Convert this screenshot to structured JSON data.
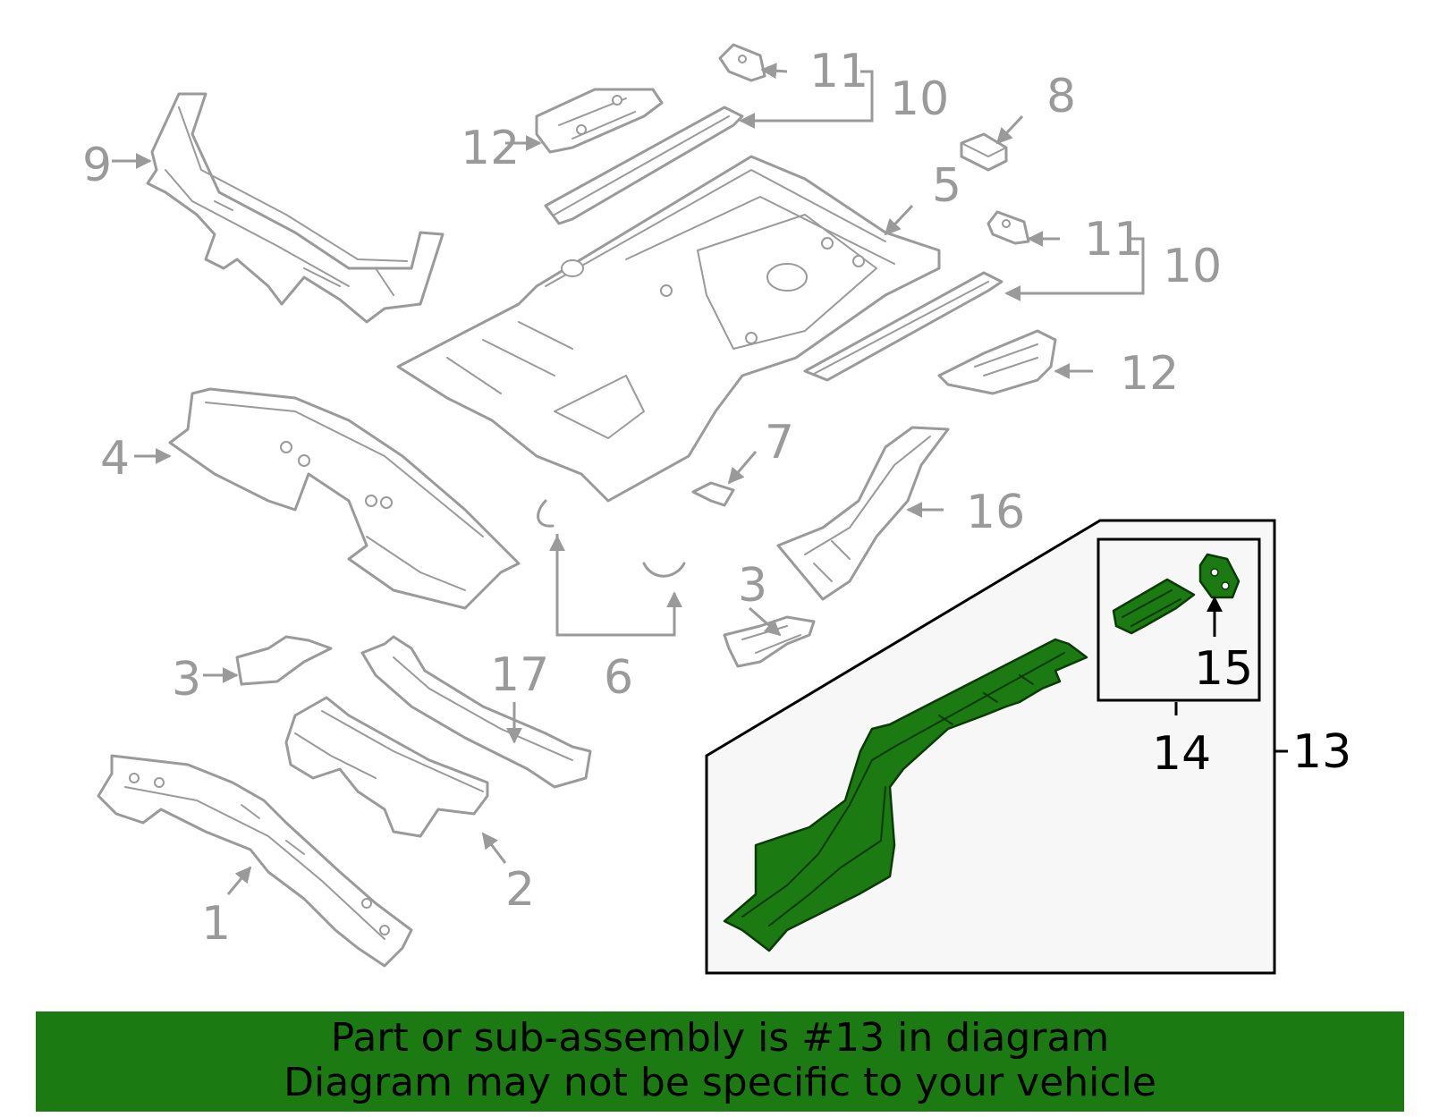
{
  "callouts": {
    "c1": "1",
    "c2": "2",
    "c3a": "3",
    "c3b": "3",
    "c4": "4",
    "c5": "5",
    "c6": "6",
    "c7": "7",
    "c8": "8",
    "c9": "9",
    "c10a": "10",
    "c10b": "10",
    "c11a": "11",
    "c11b": "11",
    "c12a": "12",
    "c12b": "12",
    "c13": "13",
    "c14": "14",
    "c15": "15",
    "c16": "16",
    "c17": "17"
  },
  "banner": {
    "line1": "Part or sub-assembly is #13 in diagram",
    "line2": "Diagram may not be specific to your vehicle"
  },
  "colors": {
    "highlight": "#1b7a12",
    "part_outline": "#9a9a9a",
    "background": "#ffffff"
  }
}
